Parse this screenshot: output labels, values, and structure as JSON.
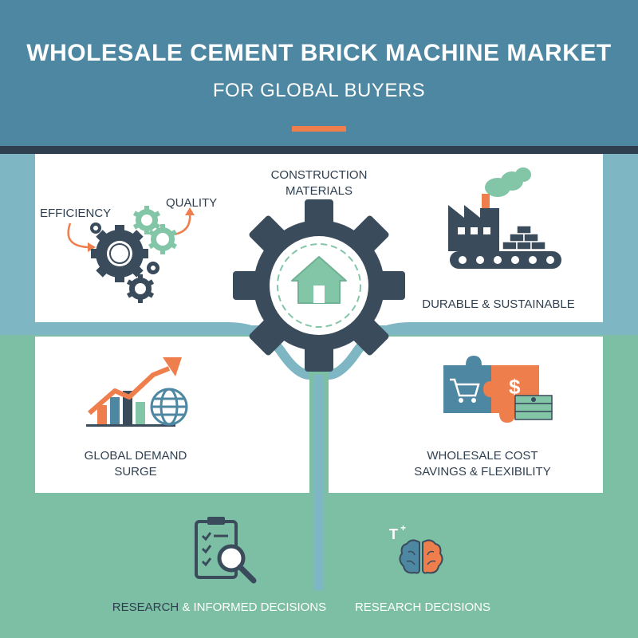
{
  "header": {
    "title": "WHOLESALE CEMENT BRICK MACHINE MARKET",
    "subtitle": "FOR GLOBAL BUYERS"
  },
  "center": {
    "label_line1": "CONSTRUCTION",
    "label_line2": "MATERIALS",
    "icon": "house-icon"
  },
  "top_left": {
    "label_left": "EFFICIENCY",
    "label_right": "QUALITY",
    "icon": "gears-icon"
  },
  "top_right": {
    "label": "DURABLE & SUSTAINABLE",
    "icon": "factory-conveyor-icon"
  },
  "middle_left": {
    "label_line1": "GLOBAL DEMAND",
    "label_line2": "SURGE",
    "icon": "growth-chart-globe-icon"
  },
  "middle_right": {
    "label_line1": "WHOLESALE COST",
    "label_line2": "SAVINGS & FLEXIBILITY",
    "icon": "puzzle-cart-money-icon"
  },
  "bottom_left": {
    "label_part1": "RESEARCH",
    "label_part2": " & INFORMED DECISIONS",
    "icon": "clipboard-magnifier-icon"
  },
  "bottom_right": {
    "label": "RESEARCH DECISIONS",
    "icon": "brain-icon"
  },
  "colors": {
    "header_blue": "#4d87a2",
    "dark_slate": "#2f3f4f",
    "accent_orange": "#ef7e4d",
    "mint": "#7dbfa4",
    "light_blue": "#7fb6c4",
    "icon_green": "#83c5a7"
  }
}
